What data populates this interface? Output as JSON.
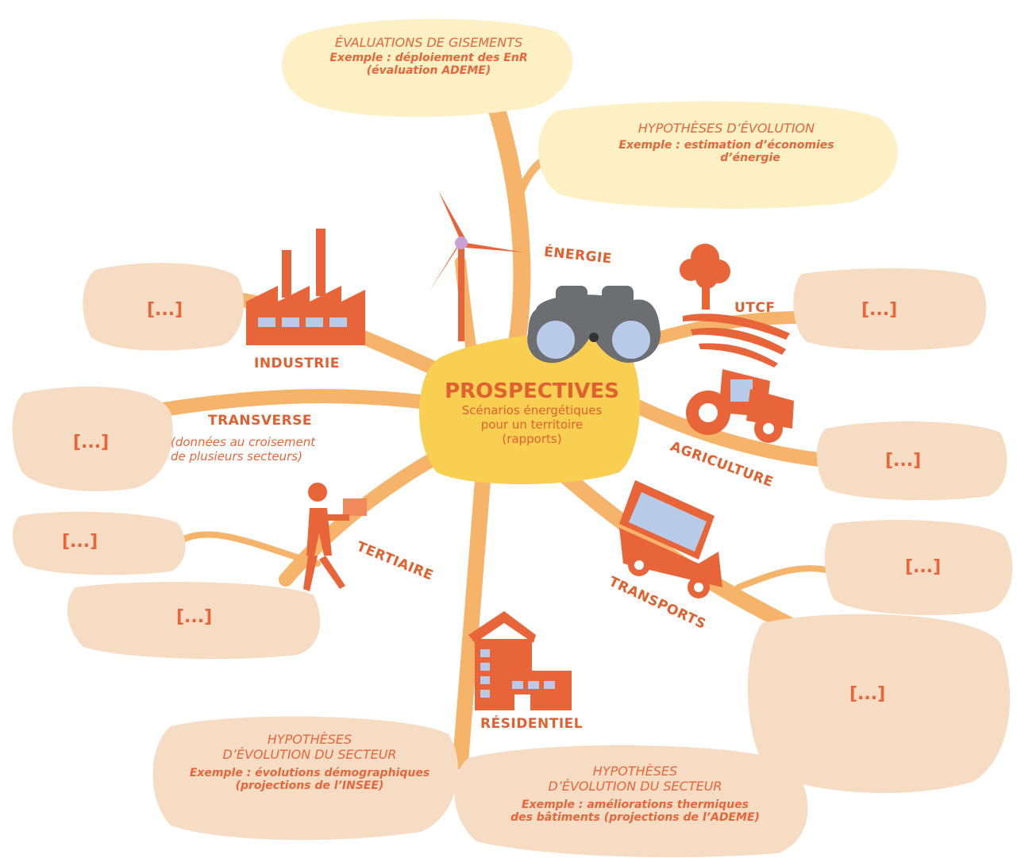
{
  "center": {
    "title": "PROSPECTIVES",
    "line1": "Scénarios énergétiques",
    "line2": "pour un territoire",
    "line3": "(rapports)"
  },
  "gisements": {
    "title": "ÉVALUATIONS DE GISEMENTS",
    "line1": "Exemple : déploiement des EnR",
    "line2": "(évaluation ADEME)"
  },
  "hypotheses_evolution": {
    "title": "HYPOTHÈSES D’ÉVOLUTION",
    "line1": "Exemple : estimation d’économies",
    "line2": "d’énergie"
  },
  "hypotheses_secteur_left": {
    "line1": "HYPOTHÈSES",
    "line2": "D’ÉVOLUTION DU SECTEUR",
    "line3": "Exemple : évolutions démographiques",
    "line4": "(projections de l’INSEE)"
  },
  "hypotheses_secteur_right": {
    "line1": "HYPOTHÈSES",
    "line2": "D’ÉVOLUTION DU SECTEUR",
    "line3": "Exemple : améliorations thermiques",
    "line4": "des bâtiments (projections de l’ADEME)"
  },
  "sectors": {
    "energie": "ÉNERGIE",
    "industrie": "INDUSTRIE",
    "transverse": "TRANSVERSE",
    "transverse_sub1": "(données au croisement",
    "transverse_sub2": "de plusieurs secteurs)",
    "tertiaire": "TERTIAIRE",
    "residentiel": "RÉSIDENTIEL",
    "transports": "TRANSPORTS",
    "agriculture": "AGRICULTURE",
    "utcf": "UTCF"
  },
  "placeholder": "[...]",
  "colors": {
    "orange": "#e8653a",
    "branch": "#f5b46a",
    "bubble_peach": "#f7dcc4",
    "bubble_yellow": "#fcf0c4",
    "center_yellow": "#f9cf52",
    "binocular_gray": "#6d6e72",
    "lens_blue": "#b7cbe8"
  }
}
